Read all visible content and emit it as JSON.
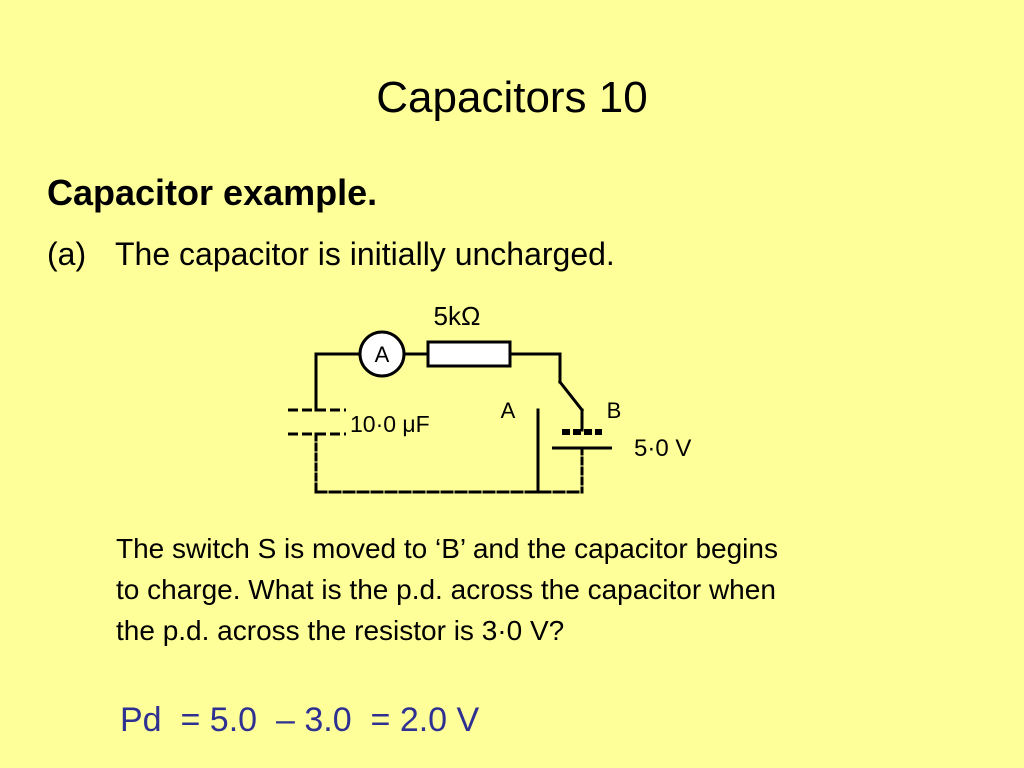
{
  "slide": {
    "title": "Capacitors 10",
    "heading": "Capacitor example.",
    "item": {
      "marker": "(a)",
      "text": "The capacitor is initially uncharged."
    },
    "circuit": {
      "resistor_label": "5kΩ",
      "ammeter_label": "A",
      "capacitor_label": "10·0 μF",
      "switch_contact_a": "A",
      "switch_contact_b": "B",
      "battery_label": "5·0 V"
    },
    "question_lines": [
      "The switch S is moved to ‘B’ and the capacitor begins",
      "to charge. What is the p.d. across the capacitor when",
      "the p.d. across the resistor is 3·0 V?"
    ],
    "answer": {
      "lhs": "Pd",
      "term1": "= 5.0",
      "term2": "– 3.0",
      "result": "= 2.0 V"
    },
    "colors": {
      "background": "#ffff99",
      "answer": "#2e3192",
      "ink": "#000000"
    }
  }
}
